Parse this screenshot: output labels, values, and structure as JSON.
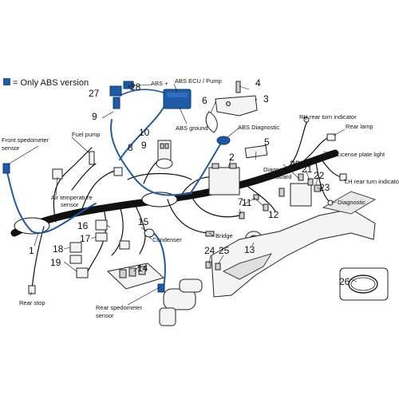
{
  "legend": {
    "swatch_color": "#1f5aa6",
    "text": "= Only ABS version"
  },
  "colors": {
    "abs": "#1f5aa6",
    "line": "#111111"
  },
  "labels": {
    "abs_plus": "ABS +",
    "abs_ecu": "ABS ECU / Pump",
    "abs_ground": "ABS ground",
    "abs_diagnostic": "ABS Diagnostic",
    "fuel_pump": "Fuel pump",
    "front_speedo_l1": "Front spedometer",
    "front_speedo_l2": "sensor",
    "air_temp_l1": "Air temperature",
    "air_temp_l2": "sensor",
    "rh_rear_turn": "RH rear turn indicator",
    "rear_lamp": "Rear lamp",
    "license_plate": "License plate light",
    "diag_dash_l1": "Diagnostic",
    "diag_dash_l2": "dashboard",
    "lh_rear_turn": "LH rear turn indicator",
    "diagnostic": "Diagnostic",
    "condenser": "Condenser",
    "bridge": "Bridge",
    "rear_stop": "Rear stop",
    "rear_speedo_l1": "Rear spedometer",
    "rear_speedo_l2": "sensor"
  },
  "numbers": {
    "n1": "1",
    "n2": "2",
    "n3": "3",
    "n4": "4",
    "n5": "5",
    "n6": "6",
    "n7": "7",
    "n8": "8",
    "n9a": "9",
    "n9b": "9",
    "n10": "10",
    "n11": "11",
    "n12": "12",
    "n13": "13",
    "n14": "14",
    "n15": "15",
    "n16": "16",
    "n17": "17",
    "n18": "18",
    "n19": "19",
    "n20": "20",
    "n21": "21",
    "n22": "22",
    "n23": "23",
    "n24": "24",
    "n25": "25",
    "n26": "26",
    "n27": "27",
    "n28": "28"
  }
}
